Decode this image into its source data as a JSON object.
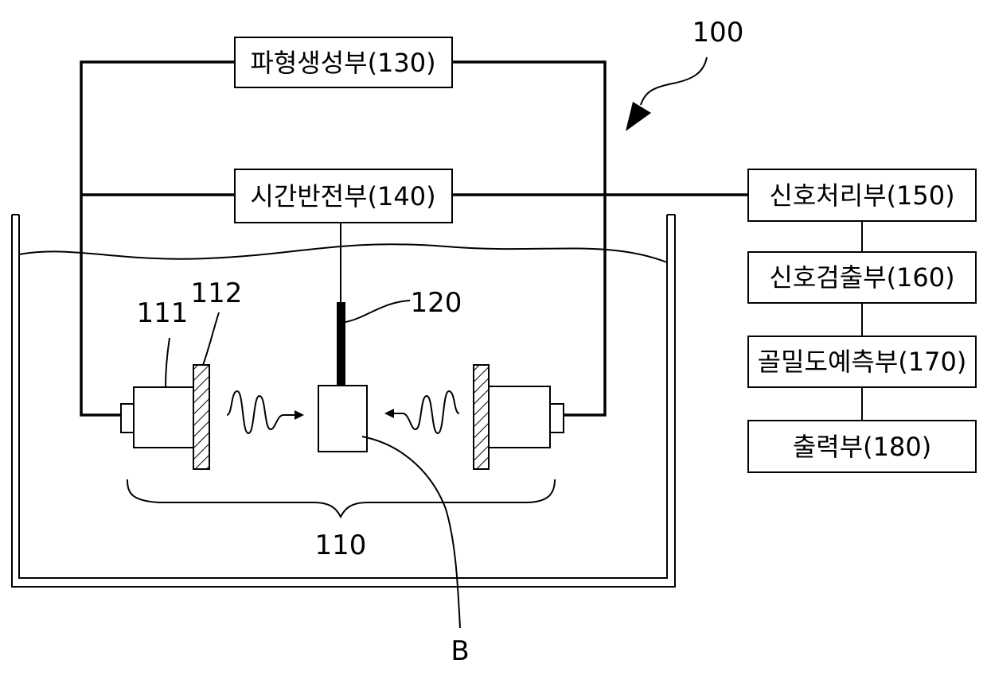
{
  "labels": {
    "system": "100",
    "waveform": "파형생성부(130)",
    "time_reversal": "시간반전부(140)",
    "signal_processing": "신호처리부(150)",
    "signal_detection": "신호검출부(160)",
    "bone_density": "골밀도예측부(170)",
    "output": "출력부(180)",
    "transducer": "111",
    "plate": "112",
    "hydrophone": "120",
    "transducer_pair": "110",
    "bone_sample": "B"
  }
}
